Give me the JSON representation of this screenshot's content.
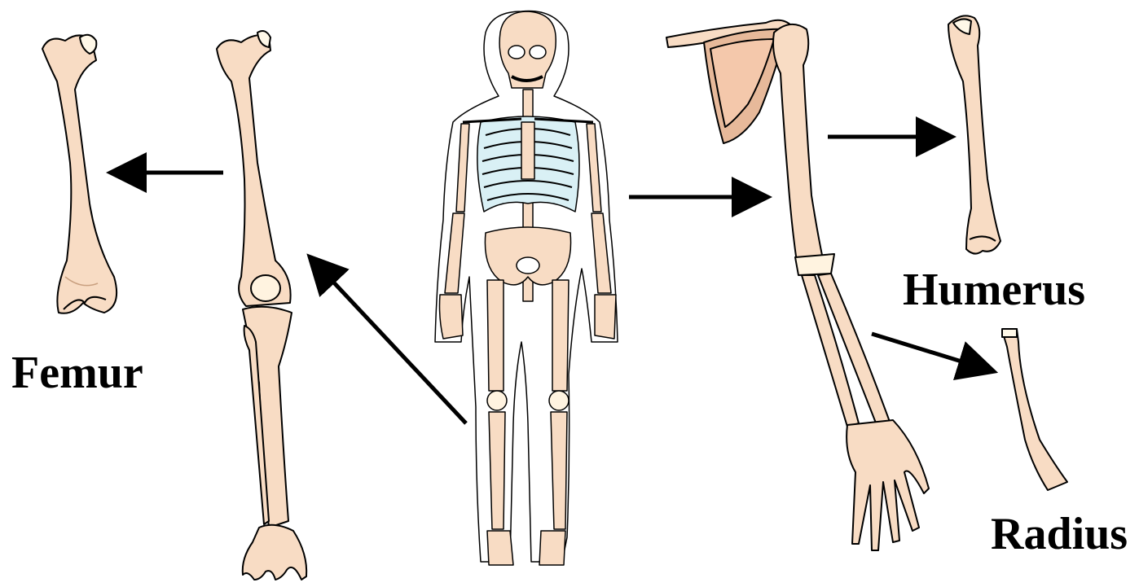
{
  "labels": {
    "femur": "Femur",
    "humerus": "Humerus",
    "radius": "Radius"
  },
  "colors": {
    "bone": "#f8dcc4",
    "bone_dark": "#e7b99a",
    "outline": "#000000",
    "cartilage": "#d9f0f5",
    "arrow": "#000000",
    "background": "#ffffff"
  }
}
